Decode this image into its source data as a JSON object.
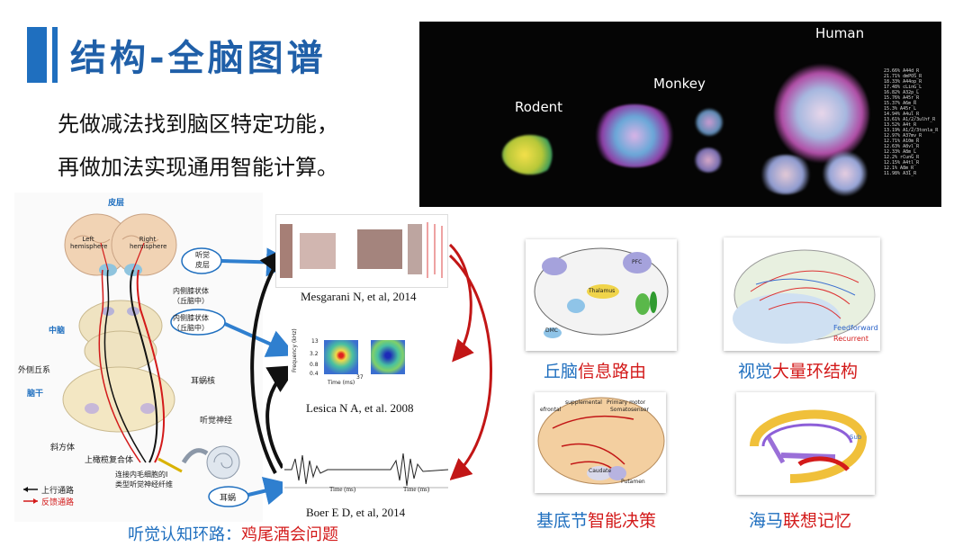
{
  "header": {
    "title": "结构-全脑图谱"
  },
  "intro": {
    "line1": "先做减法找到脑区特定功能，",
    "line2": "再做加法实现通用智能计算。"
  },
  "atlas": {
    "rodent": "Rodent",
    "monkey": "Monkey",
    "human": "Human",
    "stats": [
      "23.66% A44d_R",
      "21.71% dmPOS_R",
      "18.33% A44op_R",
      "17.48% cLinG_L",
      "16.82% A32p_L",
      "15.76% A45r_R",
      "15.37% A6m_R",
      "15.3% A45r_L",
      "14.94% A4ul_R",
      "13.61% A1/2/3ulhf_R",
      "13.52% A4t_R",
      "13.19% A1/2/3tonla_R",
      "12.97% A37mv_R",
      "12.71% A10m_R",
      "12.63% A8vl_R",
      "12.33% A8m_L",
      "12.2% rCunG_R",
      "12.15% A4tl_R",
      "12.1% A8m_R",
      "11.98% A31_R"
    ]
  },
  "auditory": {
    "cortex": "皮层",
    "left_hemisphere": "Left hemisphere",
    "right_hemisphere": "Right hemisphere",
    "midbrain": "中脑",
    "brainstem": "脑干",
    "auditory_cortex": "听觉\n皮层",
    "mgb": "内侧膝状体\n（丘脑中）",
    "mgb2": "内侧膝状体\n（丘脑中）",
    "lateral_lemniscus": "外侧丘系",
    "cochlear_nucleus": "耳蜗核",
    "auditory_nerve": "听觉神经",
    "trapezoid": "斜方体",
    "olivary": "上橄榄复合体",
    "hair_cell": "连接内毛细胞的I\n类型听觉神经纤维",
    "ear": "耳蜗",
    "legend_up": "上行通路",
    "legend_down": "反馈通路"
  },
  "captions": {
    "c1": "Mesgarani  N, et al, 2014",
    "c2": "Lesica N A, et al. 2008",
    "c3": "Boer E D, et al, 2014",
    "bottom_prefix": "听觉认知环路：",
    "bottom_suffix": "鸡尾酒会问题"
  },
  "strf": {
    "ylabel": "Frequency (kHz)",
    "ticks": [
      "13",
      "3.2",
      "0.8",
      "0.4"
    ],
    "xlabel": "Time (ms)",
    "xmax": "37"
  },
  "wave": {
    "xlabel1": "Time (ms)",
    "xlabel2": "Time (ms)"
  },
  "panels": {
    "thalamus": {
      "cap_a": "丘脑",
      "cap_b": "信息路由",
      "label": "Thalamus",
      "pfc": "PFC",
      "dmc": "DMC"
    },
    "visual": {
      "cap_a": "视觉",
      "cap_b": "大量环结构",
      "ff": "Feedforward",
      "rec": "Recurrent"
    },
    "basal": {
      "cap_a": "基底节",
      "cap_b": "智能决策",
      "l1": "Primary motor",
      "l2": "Somatosensor",
      "l3": "Caudate",
      "l4": "Putamen",
      "l5": "efrontal",
      "l6": "supplemental"
    },
    "hippo": {
      "cap_a": "海马",
      "cap_b": "联想记忆",
      "sub": "Sub"
    }
  },
  "colors": {
    "title": "#1f5fa8",
    "accent_blue": "#1f6fbf",
    "accent_red": "#d31a1a"
  }
}
